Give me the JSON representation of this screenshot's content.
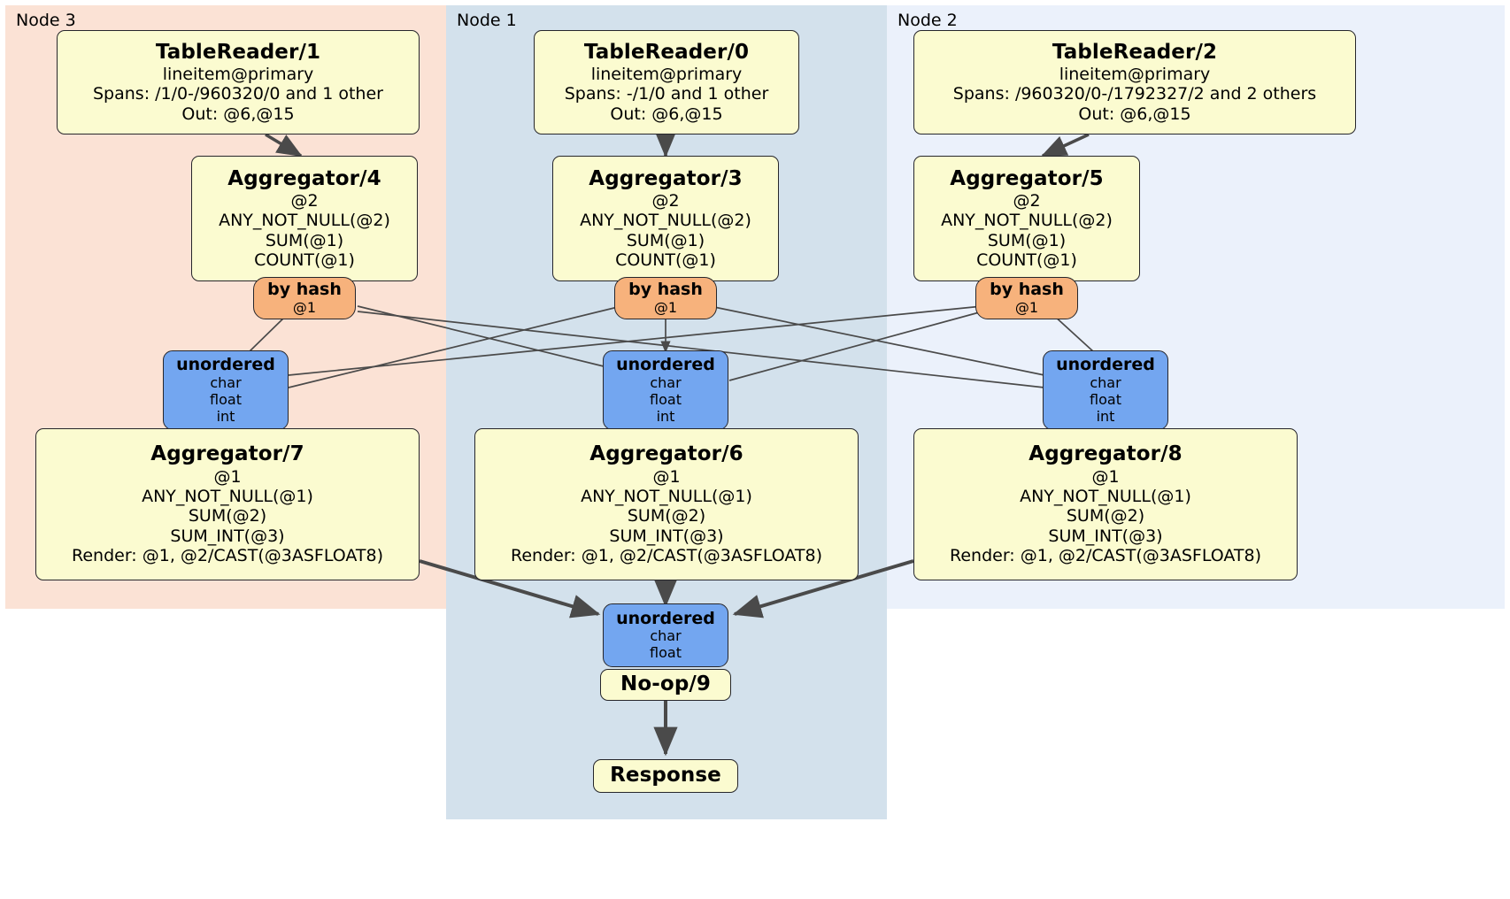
{
  "diagram": {
    "type": "distributed-query-plan",
    "title": "Distributed query plan flow diagram",
    "colors": {
      "node3_panel": "#fbe2d5",
      "node1_panel": "#d3e1ec",
      "node2_panel": "#ebf1fb",
      "processor_fill": "#fbfbd0",
      "router_fill": "#f7b27c",
      "synchronizer_fill": "#73a6f0",
      "border": "#26262b",
      "edge": "#4a4a4a"
    }
  },
  "panels": [
    {
      "label": "Node 3"
    },
    {
      "label": "Node 1"
    },
    {
      "label": "Node 2"
    }
  ],
  "table_readers": [
    {
      "title": "TableReader/1",
      "table": "lineitem@primary",
      "spans": "Spans: /1/0-/960320/0 and 1 other",
      "out": "Out: @6,@15"
    },
    {
      "title": "TableReader/0",
      "table": "lineitem@primary",
      "spans": "Spans: -/1/0 and 1 other",
      "out": "Out: @6,@15"
    },
    {
      "title": "TableReader/2",
      "table": "lineitem@primary",
      "spans": "Spans: /960320/0-/1792327/2 and 2 others",
      "out": "Out: @6,@15"
    }
  ],
  "stage1_aggregators": [
    {
      "title": "Aggregator/4",
      "group": "@2",
      "agg1": "ANY_NOT_NULL(@2)",
      "agg2": "SUM(@1)",
      "agg3": "COUNT(@1)"
    },
    {
      "title": "Aggregator/3",
      "group": "@2",
      "agg1": "ANY_NOT_NULL(@2)",
      "agg2": "SUM(@1)",
      "agg3": "COUNT(@1)"
    },
    {
      "title": "Aggregator/5",
      "group": "@2",
      "agg1": "ANY_NOT_NULL(@2)",
      "agg2": "SUM(@1)",
      "agg3": "COUNT(@1)"
    }
  ],
  "routers": [
    {
      "title": "by hash",
      "column": "@1"
    },
    {
      "title": "by hash",
      "column": "@1"
    },
    {
      "title": "by hash",
      "column": "@1"
    }
  ],
  "synchronizers": [
    {
      "title": "unordered",
      "types": [
        "char",
        "float",
        "int"
      ]
    },
    {
      "title": "unordered",
      "types": [
        "char",
        "float",
        "int"
      ]
    },
    {
      "title": "unordered",
      "types": [
        "char",
        "float",
        "int"
      ]
    }
  ],
  "stage2_aggregators": [
    {
      "title": "Aggregator/7",
      "group": "@1",
      "agg1": "ANY_NOT_NULL(@1)",
      "agg2": "SUM(@2)",
      "agg3": "SUM_INT(@3)",
      "render": "Render: @1, @2/CAST(@3ASFLOAT8)"
    },
    {
      "title": "Aggregator/6",
      "group": "@1",
      "agg1": "ANY_NOT_NULL(@1)",
      "agg2": "SUM(@2)",
      "agg3": "SUM_INT(@3)",
      "render": "Render: @1, @2/CAST(@3ASFLOAT8)"
    },
    {
      "title": "Aggregator/8",
      "group": "@1",
      "agg1": "ANY_NOT_NULL(@1)",
      "agg2": "SUM(@2)",
      "agg3": "SUM_INT(@3)",
      "render": "Render: @1, @2/CAST(@3ASFLOAT8)"
    }
  ],
  "final_synchronizer": {
    "title": "unordered",
    "types": [
      "char",
      "float"
    ]
  },
  "noop": {
    "title": "No-op/9"
  },
  "response": {
    "title": "Response"
  }
}
